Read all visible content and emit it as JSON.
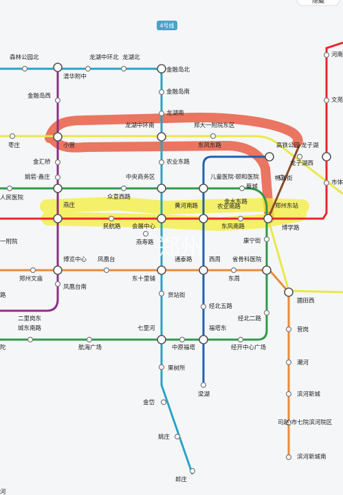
{
  "line_badge": "4号线",
  "top_button": "隐藏",
  "watermark": "郑州",
  "colors": {
    "line1": "#e8262c",
    "line2": "#e8e84a",
    "line3": "#8e2c8a",
    "line4": "#27a3c6",
    "line5": "#2d9a48",
    "line6": "#1f5fb0",
    "line10": "#e98a3b",
    "line14": "#e8e84a",
    "highlight_red": "#e8563c",
    "highlight_yellow": "#f4ef3a"
  },
  "stations": {
    "senlin": "森林公园北",
    "qinghua": "清华附中",
    "longhu_zhonghuan_bei": "龙湖中环北",
    "longhu_bei": "龙湖北",
    "jinrongdao_bei": "金融岛北",
    "jinrongdao_xi": "金融岛西",
    "jinrongdao_nan": "金融岛南",
    "longhu_nan": "龙湖南",
    "longhu_zhonghuan_nan": "龙湖中环南",
    "zhengda": "郑大一附院东区",
    "zaozhuang": "枣庄",
    "xiaoying": "小营",
    "dongfeng_dong": "东风东路",
    "gaotie": "高铁公园",
    "longzihu": "龙子湖",
    "jinhuiqiao": "金汇桥",
    "nongye_dong": "农业东路",
    "longzihu_xi": "龙子湖西",
    "yaozhai": "姚砦·鑫庄",
    "zhongyang": "中央商务区",
    "ertong": "儿童医院·颐和医院",
    "changhe": "畅和街",
    "shiti": "市体",
    "renmin": "人民医院",
    "caicheng": "蔡城",
    "jinshui_dong": "金水东路",
    "yanzhuang": "燕庄",
    "zhongyi": "众意西路",
    "huanghe_nan": "黄河南路",
    "nongye_nan": "农业南路",
    "zhengzhou_dong": "郑州东站",
    "minhang": "民航路",
    "huizhan": "会展中心",
    "dongfeng_nan": "东风南路",
    "boxue": "博学路",
    "fuyuan": "一附院",
    "yanshou": "燕寿路",
    "kangning": "康宁街",
    "bolan": "博览中心",
    "fenghuangtai": "凤凰台",
    "tongtai": "通泰路",
    "xizhou": "西周",
    "shenggu": "省骨科医院",
    "wenyuan": "郑州文庙",
    "dongshili": "东十里铺",
    "dongzhou": "东周",
    "puti": "圃田西",
    "fenghuangtai_nan": "凤凰台南",
    "lu": "路",
    "huozhan": "货站街",
    "jingbei": "经北五路",
    "erlibeidong": "二里岗东",
    "chengdong_nan": "城东南路",
    "futaidong": "福塔东",
    "jingbei2": "经北二路",
    "yinggang": "营岗",
    "qilihe": "七里河",
    "tuo": "陀",
    "hangkong": "航海广场",
    "zhongyuan": "中原福塔",
    "jingkai": "经开中心广场",
    "chaohe": "潮河",
    "guoshusuo": "果树所",
    "lianghu": "梁湖",
    "binhe_xincheng": "滨河新城",
    "jindai": "金岱",
    "sizhao": "司赵·市七院滨河院区",
    "yaozhuang": "姚庄",
    "binhe_dong": "滨河新城南",
    "langzhuang": "郎庄",
    "henan": "河南",
    "wenyuan_r": "文苑",
    "bottom": "河"
  }
}
